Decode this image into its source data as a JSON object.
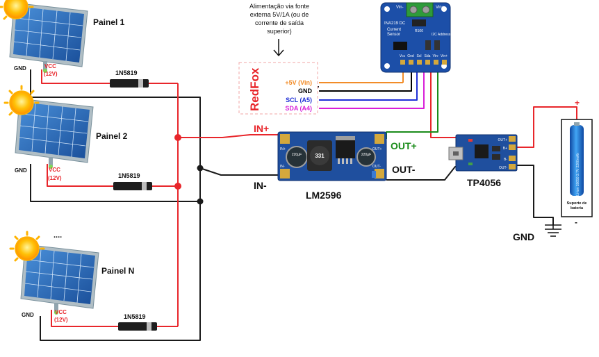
{
  "panels": [
    {
      "name": "Painel 1",
      "gnd": "GND",
      "vcc": "VCC",
      "volt": "(12V)",
      "diode": "1N5819"
    },
    {
      "name": "Painel 2",
      "gnd": "GND",
      "vcc": "VCC",
      "volt": "(12V)",
      "diode": "1N5819"
    },
    {
      "name": "Painel N",
      "gnd": "GND",
      "vcc": "VCC",
      "volt": "(12V)",
      "diode": "1N5819"
    }
  ],
  "ellipsis": "....",
  "note": [
    "Alimentação via fonte",
    "externa 5V/1A (ou de",
    "corrente de saída",
    "superior)"
  ],
  "redfox": {
    "brand": "RedFox",
    "pins": [
      {
        "label": "+5V (Vin)",
        "color": "#f28c28"
      },
      {
        "label": "GND",
        "color": "#000000"
      },
      {
        "label": "SCL (A5)",
        "color": "#1f2fd6"
      },
      {
        "label": "SDA (A4)",
        "color": "#d81fd8"
      }
    ]
  },
  "ina219": {
    "title": "INA219 DC",
    "subtitle": [
      "Current",
      "Sensor"
    ],
    "addr": "I2C Address",
    "pins": [
      "Vcc",
      "Gnd",
      "Scl",
      "Sda",
      "Vin-",
      "Vin+"
    ],
    "top_labels": [
      "Vin-",
      "Vin+"
    ],
    "part": "R100"
  },
  "lm2596": {
    "name": "LM2596",
    "in_plus": "IN+",
    "in_minus": "IN-",
    "out_plus": "OUT+",
    "out_minus": "OUT-",
    "pad_in_plus": "IN+",
    "pad_in_minus": "IN-",
    "pad_out_plus": "OUT+",
    "pad_out_minus": "OUT-",
    "inductor": "331",
    "cap_left": "220µF",
    "cap_right": "220µF"
  },
  "tp4056": {
    "name": "TP4056",
    "pads": [
      "OUT+",
      "B+",
      "B-",
      "OUT-"
    ]
  },
  "battery": {
    "plus": "+",
    "minus": "-",
    "label": "Li-ion 18650 3.7V 2200mAh",
    "holder": [
      "Suporte de",
      "bateria"
    ]
  },
  "ground": {
    "label": "GND"
  },
  "colors": {
    "red_wire": "#e8262b",
    "green_wire": "#1a8c1a",
    "board_blue": "#1f4f9e",
    "ina_blue": "#1c4fa8"
  }
}
